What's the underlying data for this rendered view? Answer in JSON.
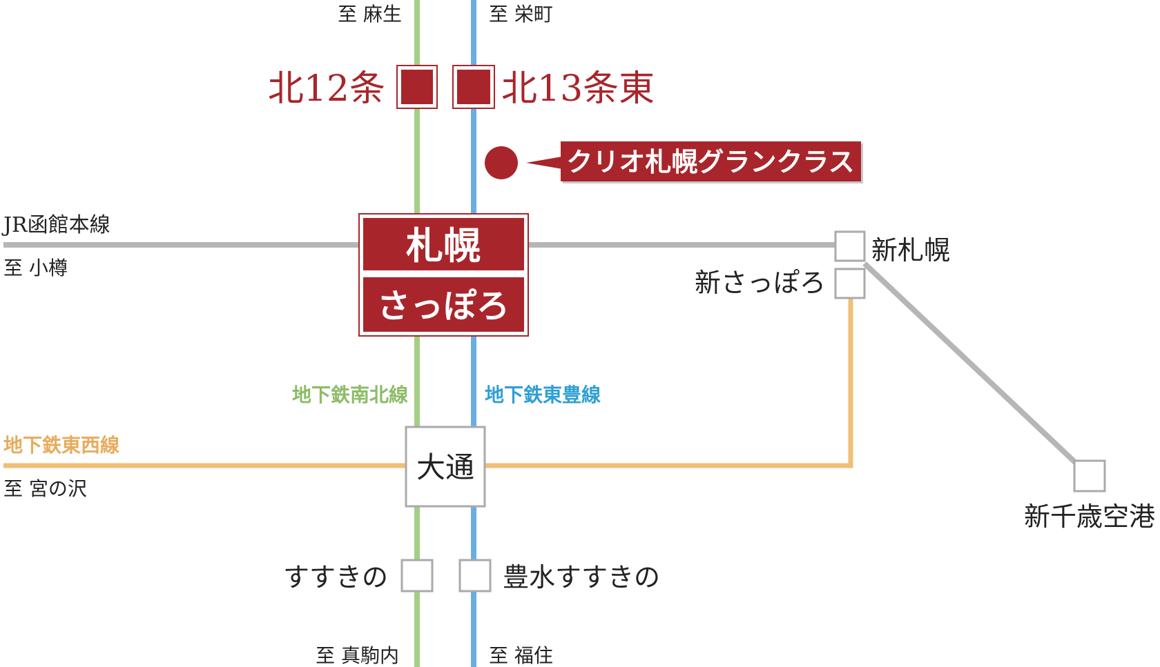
{
  "colors": {
    "namboku": "#a3cf85",
    "toho": "#6aaee0",
    "tozai": "#f0be76",
    "jr": "#b6b6b6",
    "accent": "#a8262b",
    "station_border": "#aaaaaa",
    "text": "#222222"
  },
  "directions": {
    "north_namboku": "至 麻生",
    "north_toho": "至 栄町",
    "west_jr": "至 小樽",
    "west_tozai": "至 宮の沢",
    "south_namboku": "至 真駒内",
    "south_toho": "至 福住"
  },
  "lines": {
    "jr": "JR函館本線",
    "namboku": "地下鉄南北線",
    "toho": "地下鉄東豊線",
    "tozai": "地下鉄東西線"
  },
  "stations": {
    "kita12": "北12条",
    "kita13higashi": "北13条東",
    "sapporo_kanji": "札幌",
    "sapporo_kana": "さっぽろ",
    "shin_sapporo": "新札幌",
    "shin_sapporo_kana": "新さっぽろ",
    "odori": "大通",
    "susukino": "すすきの",
    "hosui_susukino": "豊水すすきの",
    "new_chitose": "新千歳空港"
  },
  "property": {
    "name": "クリオ札幌グランクラス"
  }
}
